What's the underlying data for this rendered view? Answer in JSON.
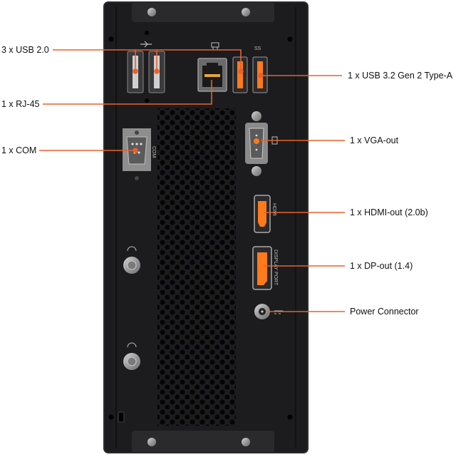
{
  "labels": {
    "usb2": "3 x USB 2.0",
    "rj45": "1 x RJ-45",
    "com": "1 x COM",
    "usb32": "1 x USB 3.2 Gen 2 Type-A",
    "vga": "1 x VGA-out",
    "hdmi": "1 x HDMI-out (2.0b)",
    "dp": "1 x DP-out (1.4)",
    "power": "Power Connector"
  },
  "port_printing": {
    "com": "COM",
    "hdmi": "HDMI",
    "dp": "DISPLAY PORT",
    "usb3": "SS"
  },
  "colors": {
    "chassis": "#1c1c1e",
    "chassis_edge": "#2c2c2e",
    "callout": "#e8612c",
    "port_orange": "#ff7a1a",
    "metal": "#a8a8a8"
  }
}
